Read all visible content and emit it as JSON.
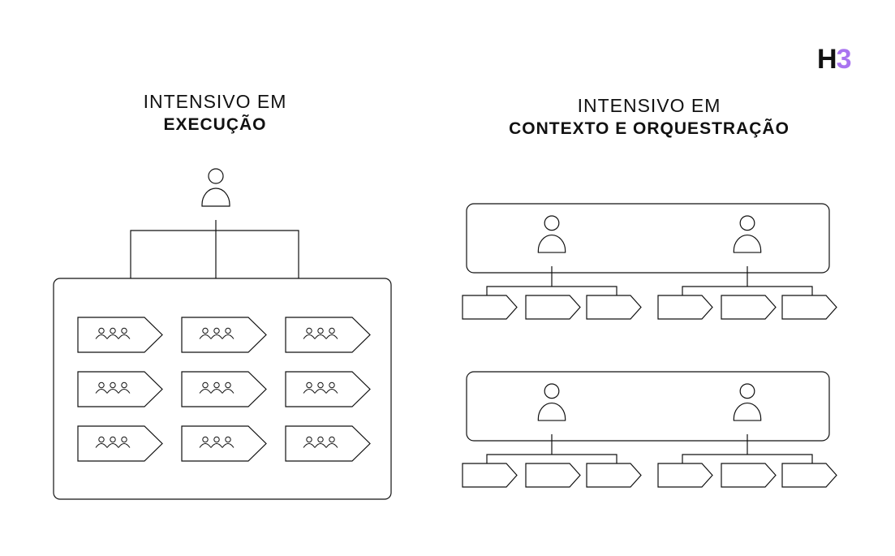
{
  "logo": {
    "letter": "H",
    "number": "3",
    "accent_color": "#a974f0"
  },
  "left": {
    "title_light": "INTENSIVO EM",
    "title_bold": "EXECUÇÃO"
  },
  "right": {
    "title_light": "INTENSIVO EM",
    "title_bold": "CONTEXTO E ORQUESTRAÇÃO"
  },
  "icons": {
    "person": "person-icon",
    "team": "team-icon",
    "task": "task-arrow-icon"
  },
  "colors": {
    "stroke": "#111111",
    "background": "#ffffff"
  }
}
